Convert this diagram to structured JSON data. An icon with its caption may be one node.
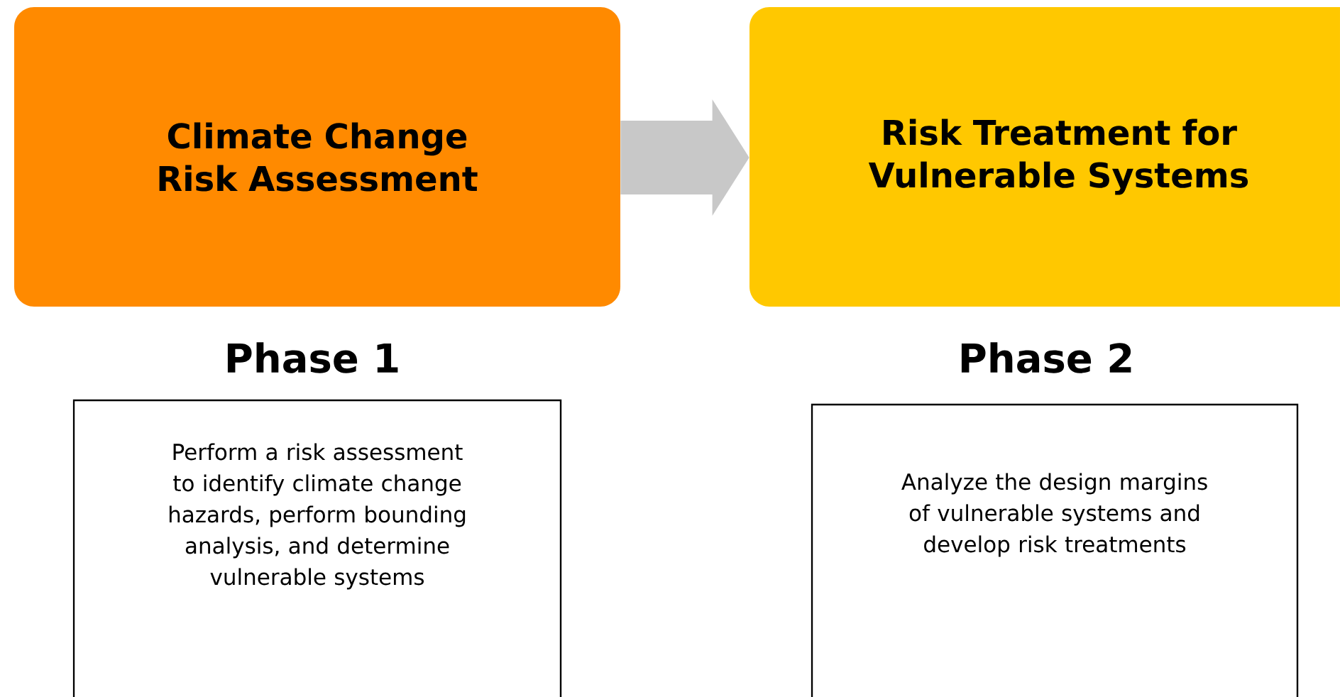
{
  "diagram": {
    "nodes": [
      {
        "text": [
          "Climate Change Risk Assessment"
        ]
      },
      {
        "text": [
          "Risk Treatment for Vulnerable Systems"
        ]
      },
      {
        "text": [
          "Phase 1",
          "Perform a risk assessment to identify climate change hazards, perform bounding analysis, and determine vulnerable systems"
        ]
      },
      {
        "text": [
          "Phase 2",
          "Analyze the design margins of vulnerable systems and develop risk treatments"
        ]
      }
    ],
    "edges": [
      {
        "from": 0,
        "to": 1,
        "arrow": "to"
      }
    ]
  }
}
